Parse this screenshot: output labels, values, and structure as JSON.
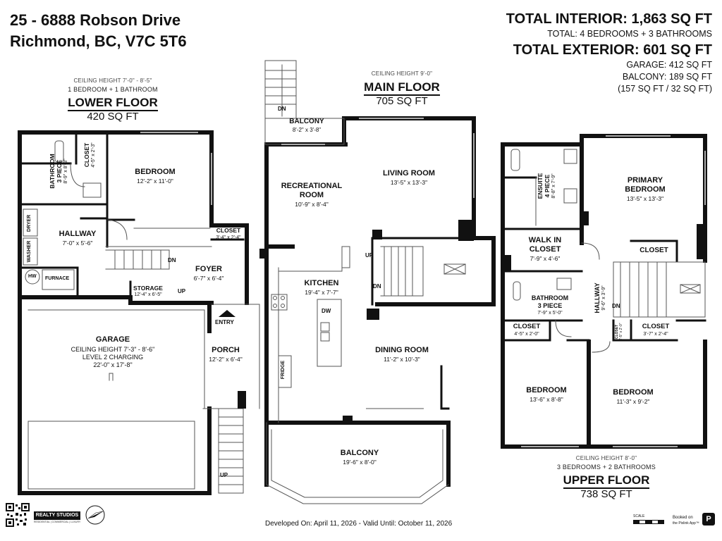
{
  "header": {
    "address_line1": "25 -  6888 Robson Drive",
    "address_line2": "Richmond, BC, V7C 5T6",
    "total_interior": "TOTAL INTERIOR: 1,863 SQ FT",
    "total_rooms": "TOTAL: 4 BEDROOMS  + 3 BATHROOMS",
    "total_exterior": "TOTAL EXTERIOR: 601 SQ FT",
    "garage": "GARAGE: 412 SQ FT",
    "balcony": "BALCONY: 189 SQ FT",
    "balcony_split": "(157 SQ FT / 32 SQ FT)"
  },
  "lower_floor": {
    "ceiling": "CEILING HEIGHT 7'-0\" - 8'-5\"",
    "summary": "1 BEDROOM + 1 BATHROOM",
    "title": "LOWER FLOOR",
    "area": "420 SQ FT",
    "rooms": {
      "bedroom": {
        "name": "BEDROOM",
        "size": "12'-2\" x 11'-0\""
      },
      "bathroom": {
        "name": "BATHROOM",
        "pieces": "3 PIECE",
        "size": "8'-9\" x 8'-3\""
      },
      "closet": {
        "name": "CLOSET",
        "size": "4'-5\" x 2'-3\""
      },
      "hallway": {
        "name": "HALLWAY",
        "size": "7'-0\" x 5'-6\""
      },
      "closet2": {
        "name": "CLOSET",
        "size": "3'-4\" x 2'-4\""
      },
      "foyer": {
        "name": "FOYER",
        "size": "6'-7\" x 6'-4\""
      },
      "storage": {
        "name": "STORAGE",
        "size": "12'-4\" x 6'-5\""
      },
      "garage": {
        "name": "GARAGE",
        "line2": "CEILING HEIGHT 7'-3\" - 8'-6\"",
        "line3": "LEVEL 2 CHARGING",
        "size": "22'-0\" x 17'-8\""
      },
      "porch": {
        "name": "PORCH",
        "size": "12'-2\" x 6'-4\""
      }
    },
    "labels": {
      "dryer": "DRYER",
      "washer": "WASHER",
      "hw": "HW",
      "furnace": "FURNACE",
      "dn": "DN",
      "up": "UP",
      "up2": "UP",
      "entry": "ENTRY"
    }
  },
  "main_floor": {
    "ceiling": "CEILING HEIGHT 9'-0\"",
    "title": "MAIN FLOOR",
    "area": "705 SQ FT",
    "rooms": {
      "balcony_top": {
        "name": "BALCONY",
        "size": "8'-2\" x 3'-8\""
      },
      "recreational": {
        "name1": "RECREATIONAL",
        "name2": "ROOM",
        "size": "10'-9\" x 8'-4\""
      },
      "living": {
        "name": "LIVING ROOM",
        "size": "13'-5\" x 13'-3\""
      },
      "kitchen": {
        "name": "KITCHEN",
        "size": "19'-4\" x 7'-7\""
      },
      "dining": {
        "name": "DINING ROOM",
        "size": "11'-2\" x 10'-3\""
      },
      "balcony": {
        "name": "BALCONY",
        "size": "19'-6\" x 8'-0\""
      }
    },
    "labels": {
      "dn_top": "DN",
      "up": "UP",
      "dn": "DN",
      "dw": "DW",
      "fridge": "FRIDGE"
    }
  },
  "upper_floor": {
    "ceiling": "CEILING HEIGHT 8'-0\"",
    "summary": "3 BEDROOMS + 2 BATHROOMS",
    "title": "UPPER FLOOR",
    "area": "738 SQ FT",
    "rooms": {
      "ensuite": {
        "name": "ENSUITE",
        "pieces": "4 PIECE",
        "size": "8'-8\" x 7'-9\""
      },
      "primary": {
        "name1": "PRIMARY",
        "name2": "BEDROOM",
        "size": "13'-5\" x 13'-3\""
      },
      "walkin": {
        "name1": "WALK IN",
        "name2": "CLOSET",
        "size": "7'-9\" x 4'-6\""
      },
      "closet_primary": {
        "name": "CLOSET"
      },
      "bathroom": {
        "name": "BATHROOM",
        "pieces": "3 PIECE",
        "size": "7'-9\" x 5'-0\""
      },
      "hallway": {
        "name": "HALLWAY",
        "size": "9'-6\" x 3'-9\""
      },
      "closet_a": {
        "name": "CLOSET",
        "size": "4'-5\" x 2'-0\""
      },
      "closet_b": {
        "name": "CLOSET",
        "size": "3'-7\" x 2'-4\""
      },
      "closet_c": {
        "name": "CLOSET",
        "size": "2'-5\" x 2'-0\""
      },
      "bedroom_a": {
        "name": "BEDROOM",
        "size": "13'-6\" x 8'-8\""
      },
      "bedroom_b": {
        "name": "BEDROOM",
        "size": "11'-3\" x 9'-2\""
      }
    },
    "labels": {
      "dn": "DN"
    }
  },
  "footer": {
    "developed": "Developed On: April 11, 2026 - Valid Until: October 11, 2026",
    "brand": "REALTY STUDIOS",
    "brand_sub": "RESIDENTIAL | COMMERCIAL | LUXURY",
    "scale": "SCALE",
    "booked_on": "Booked on",
    "booked_app": "the Pixlink App™",
    "north_icon": "north-arrow-icon",
    "qr_icon": "qr-code-icon"
  },
  "colors": {
    "wall": "#111111",
    "line": "#555555",
    "light": "#bbbbbb"
  }
}
